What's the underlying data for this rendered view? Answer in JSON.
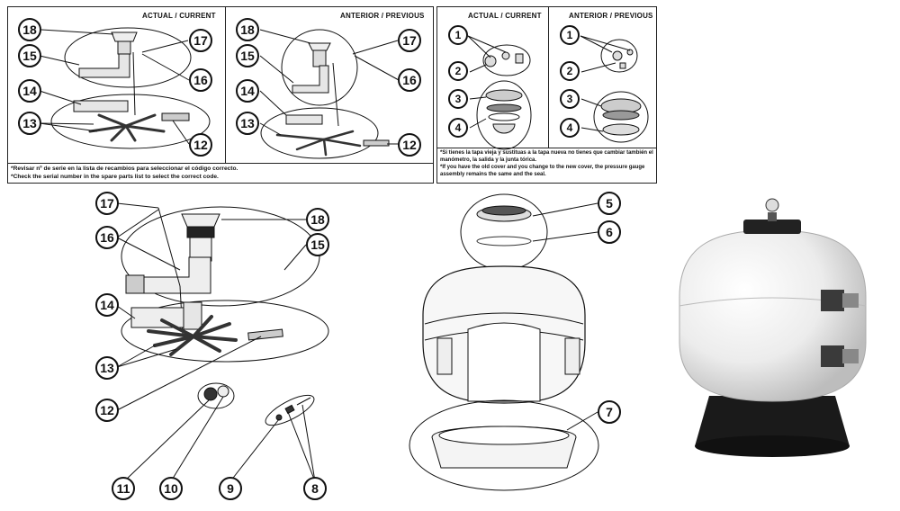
{
  "legacy_panel": {
    "header_current": "ACTUAL / CURRENT",
    "header_previous": "ANTERIOR / PREVIOUS",
    "note_es": "*Revisar nº de serie en la lista de recambios para seleccionar el código correcto.",
    "note_en": "*Check the serial number in the spare parts list to select the correct code.",
    "current_callouts": [
      "18",
      "15",
      "14",
      "13",
      "17",
      "16",
      "12"
    ],
    "previous_callouts": [
      "18",
      "15",
      "14",
      "13",
      "17",
      "16",
      "12"
    ]
  },
  "cover_panel": {
    "header_current": "ACTUAL / CURRENT",
    "header_previous": "ANTERIOR / PREVIOUS",
    "note_es": "*Si tienes la tapa vieja y sustituas a la tapa nueva no tienes que cambiar también el manómetro, la salida y la junta tórica.",
    "note_en": "*If you have the old cover and you change to the new cover, the pressure gauge assembly remains the same and the seal.",
    "current_callouts": [
      "1",
      "2",
      "3",
      "4"
    ],
    "previous_callouts": [
      "1",
      "2",
      "3",
      "4"
    ]
  },
  "main_callouts": {
    "c17": "17",
    "c16": "16",
    "c18": "18",
    "c15": "15",
    "c14": "14",
    "c13": "13",
    "c12": "12",
    "c11": "11",
    "c10": "10",
    "c9": "9",
    "c8": "8",
    "c5": "5",
    "c6": "6",
    "c7": "7"
  },
  "colors": {
    "line": "#111111",
    "tank": "#f2f2f2",
    "base": "#1a1a1a"
  }
}
